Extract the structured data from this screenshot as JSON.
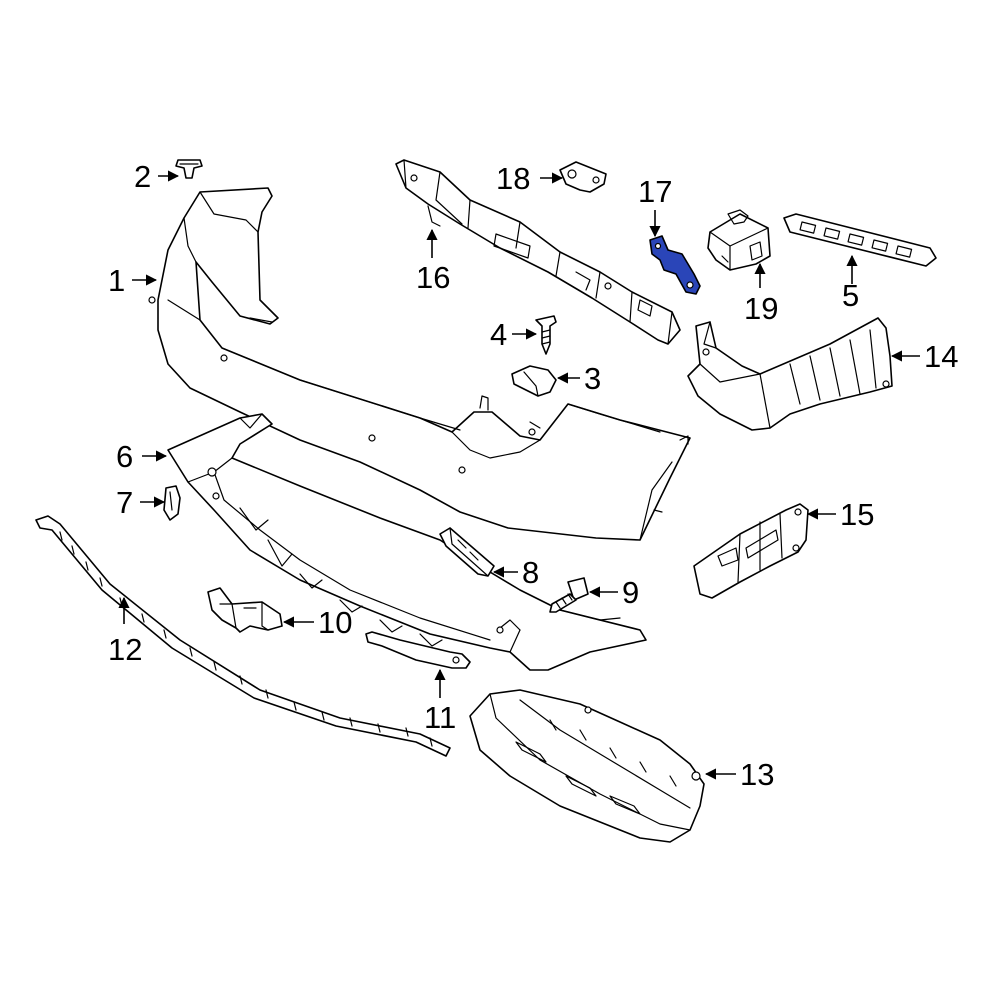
{
  "diagram": {
    "highlight_color": "#2a45b8",
    "highlighted_part": "17",
    "callouts": [
      {
        "id": "c1",
        "text": "1"
      },
      {
        "id": "c2",
        "text": "2"
      },
      {
        "id": "c3",
        "text": "3"
      },
      {
        "id": "c4",
        "text": "4"
      },
      {
        "id": "c5",
        "text": "5"
      },
      {
        "id": "c6",
        "text": "6"
      },
      {
        "id": "c7",
        "text": "7"
      },
      {
        "id": "c8",
        "text": "8"
      },
      {
        "id": "c9",
        "text": "9"
      },
      {
        "id": "c10",
        "text": "10"
      },
      {
        "id": "c11",
        "text": "11"
      },
      {
        "id": "c12",
        "text": "12"
      },
      {
        "id": "c13",
        "text": "13"
      },
      {
        "id": "c14",
        "text": "14"
      },
      {
        "id": "c15",
        "text": "15"
      },
      {
        "id": "c16",
        "text": "16"
      },
      {
        "id": "c17",
        "text": "17"
      },
      {
        "id": "c18",
        "text": "18"
      },
      {
        "id": "c19",
        "text": "19"
      }
    ]
  }
}
